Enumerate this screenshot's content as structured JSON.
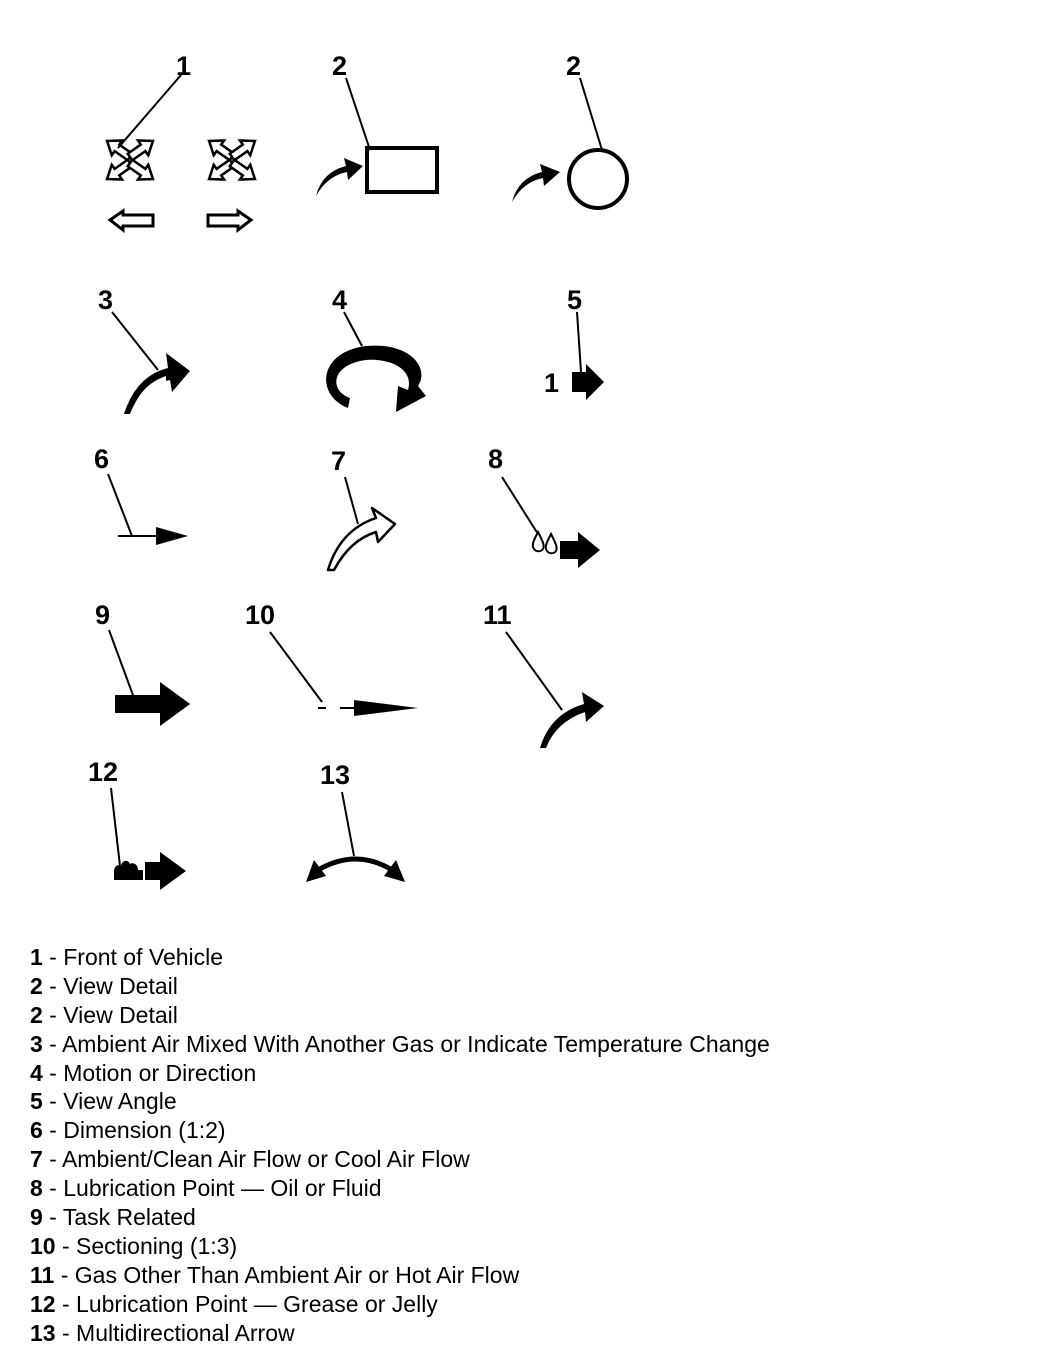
{
  "callouts": [
    "1",
    "2",
    "2",
    "3",
    "4",
    "5",
    "1",
    "6",
    "7",
    "8",
    "9",
    "10",
    "11",
    "12",
    "13"
  ],
  "legend": [
    {
      "num": "1",
      "text": " - Front of Vehicle"
    },
    {
      "num": "2",
      "text": " - View Detail"
    },
    {
      "num": "2",
      "text": " - View Detail"
    },
    {
      "num": "3",
      "text": " - Ambient Air Mixed With Another Gas or Indicate Temperature Change"
    },
    {
      "num": "4",
      "text": " - Motion or Direction"
    },
    {
      "num": "5",
      "text": " - View Angle"
    },
    {
      "num": "6",
      "text": " - Dimension (1:2)"
    },
    {
      "num": "7",
      "text": " - Ambient/Clean Air Flow or Cool Air Flow"
    },
    {
      "num": "8",
      "text": " - Lubrication Point — Oil or Fluid"
    },
    {
      "num": "9",
      "text": " - Task Related"
    },
    {
      "num": "10",
      "text": " - Sectioning (1:3)"
    },
    {
      "num": "11",
      "text": " - Gas Other Than Ambient Air or Hot Air Flow"
    },
    {
      "num": "12",
      "text": " - Lubrication Point — Grease or Jelly"
    },
    {
      "num": "13",
      "text": " - Multidirectional Arrow"
    }
  ]
}
